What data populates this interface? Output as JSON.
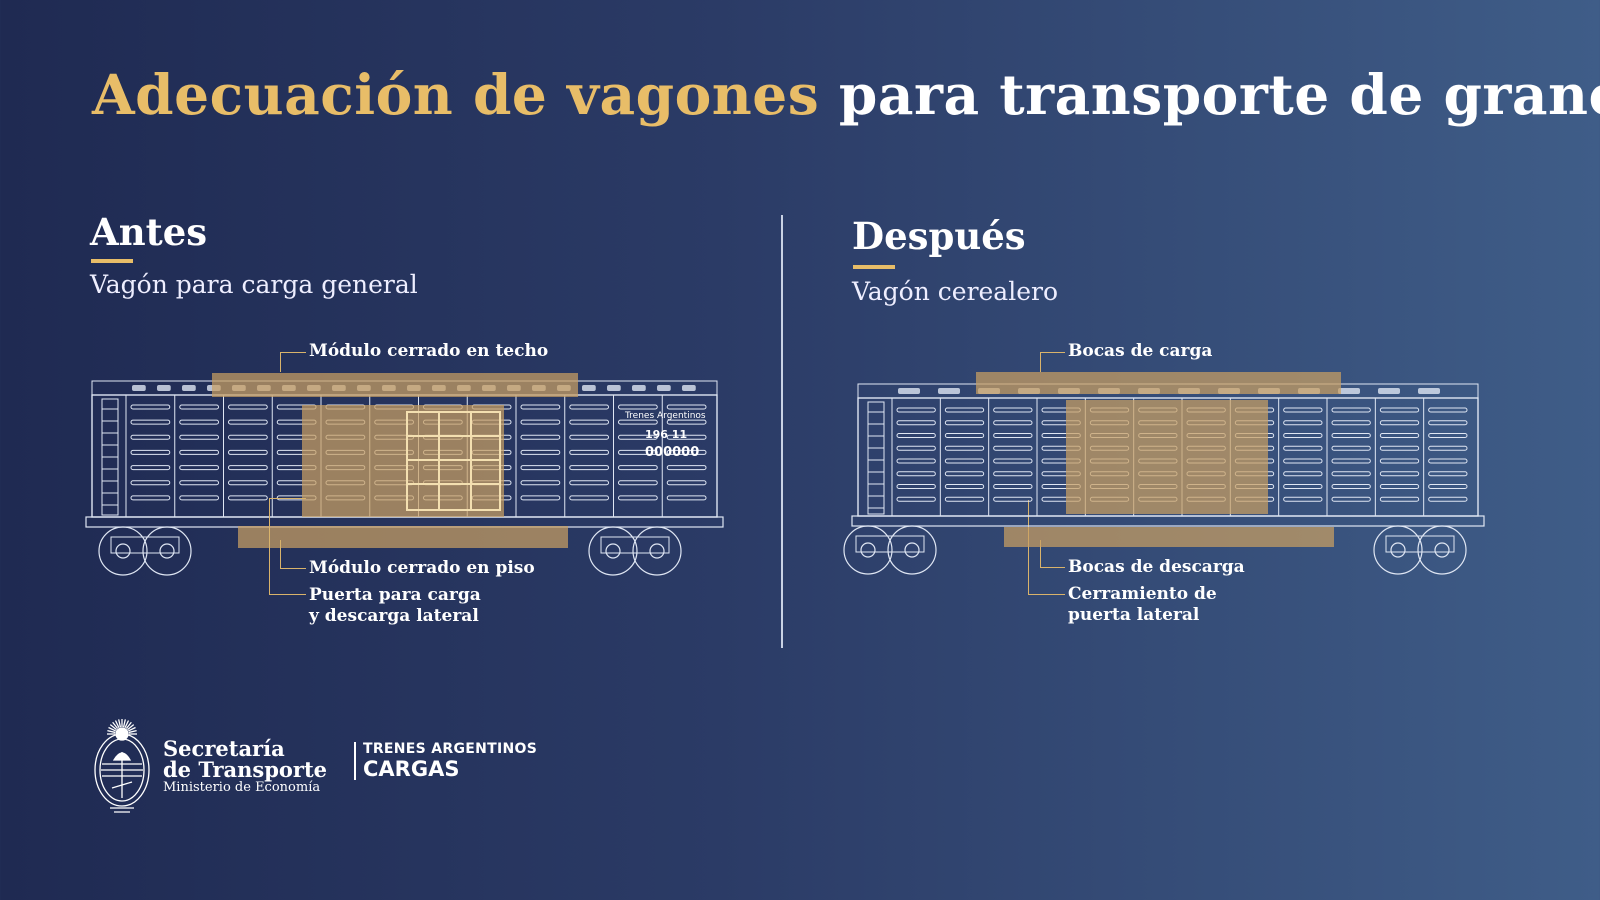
{
  "title": {
    "highlight": "Adecuación de vagones",
    "rest": "para transporte de granos"
  },
  "before": {
    "heading": "Antes",
    "subtitle": "Vagón para carga general",
    "labels": [
      "Módulo cerrado en techo",
      "Módulo cerrado en piso",
      "Puerta para carga",
      "y descarga lateral"
    ],
    "car_marking": {
      "brand": "Trenes Argentinos",
      "number": "000000",
      "code": "196 11"
    }
  },
  "after": {
    "heading": "Después",
    "subtitle": "Vagón cerealero",
    "labels": [
      "Bocas de carga",
      "Bocas de descarga",
      "Cerramiento de",
      "puerta lateral"
    ]
  },
  "footer": {
    "secretaria_line1": "Secretaría",
    "secretaria_line2": "de Transporte",
    "ministerio": "Ministerio de Economía",
    "trenes": "TRENES ARGENTINOS",
    "cargas": "CARGAS"
  },
  "colors": {
    "accent": "#e8bd68",
    "highlight_fill": "#c9a063",
    "background_left": "#1f2a52",
    "background_right": "#3f5d88"
  }
}
